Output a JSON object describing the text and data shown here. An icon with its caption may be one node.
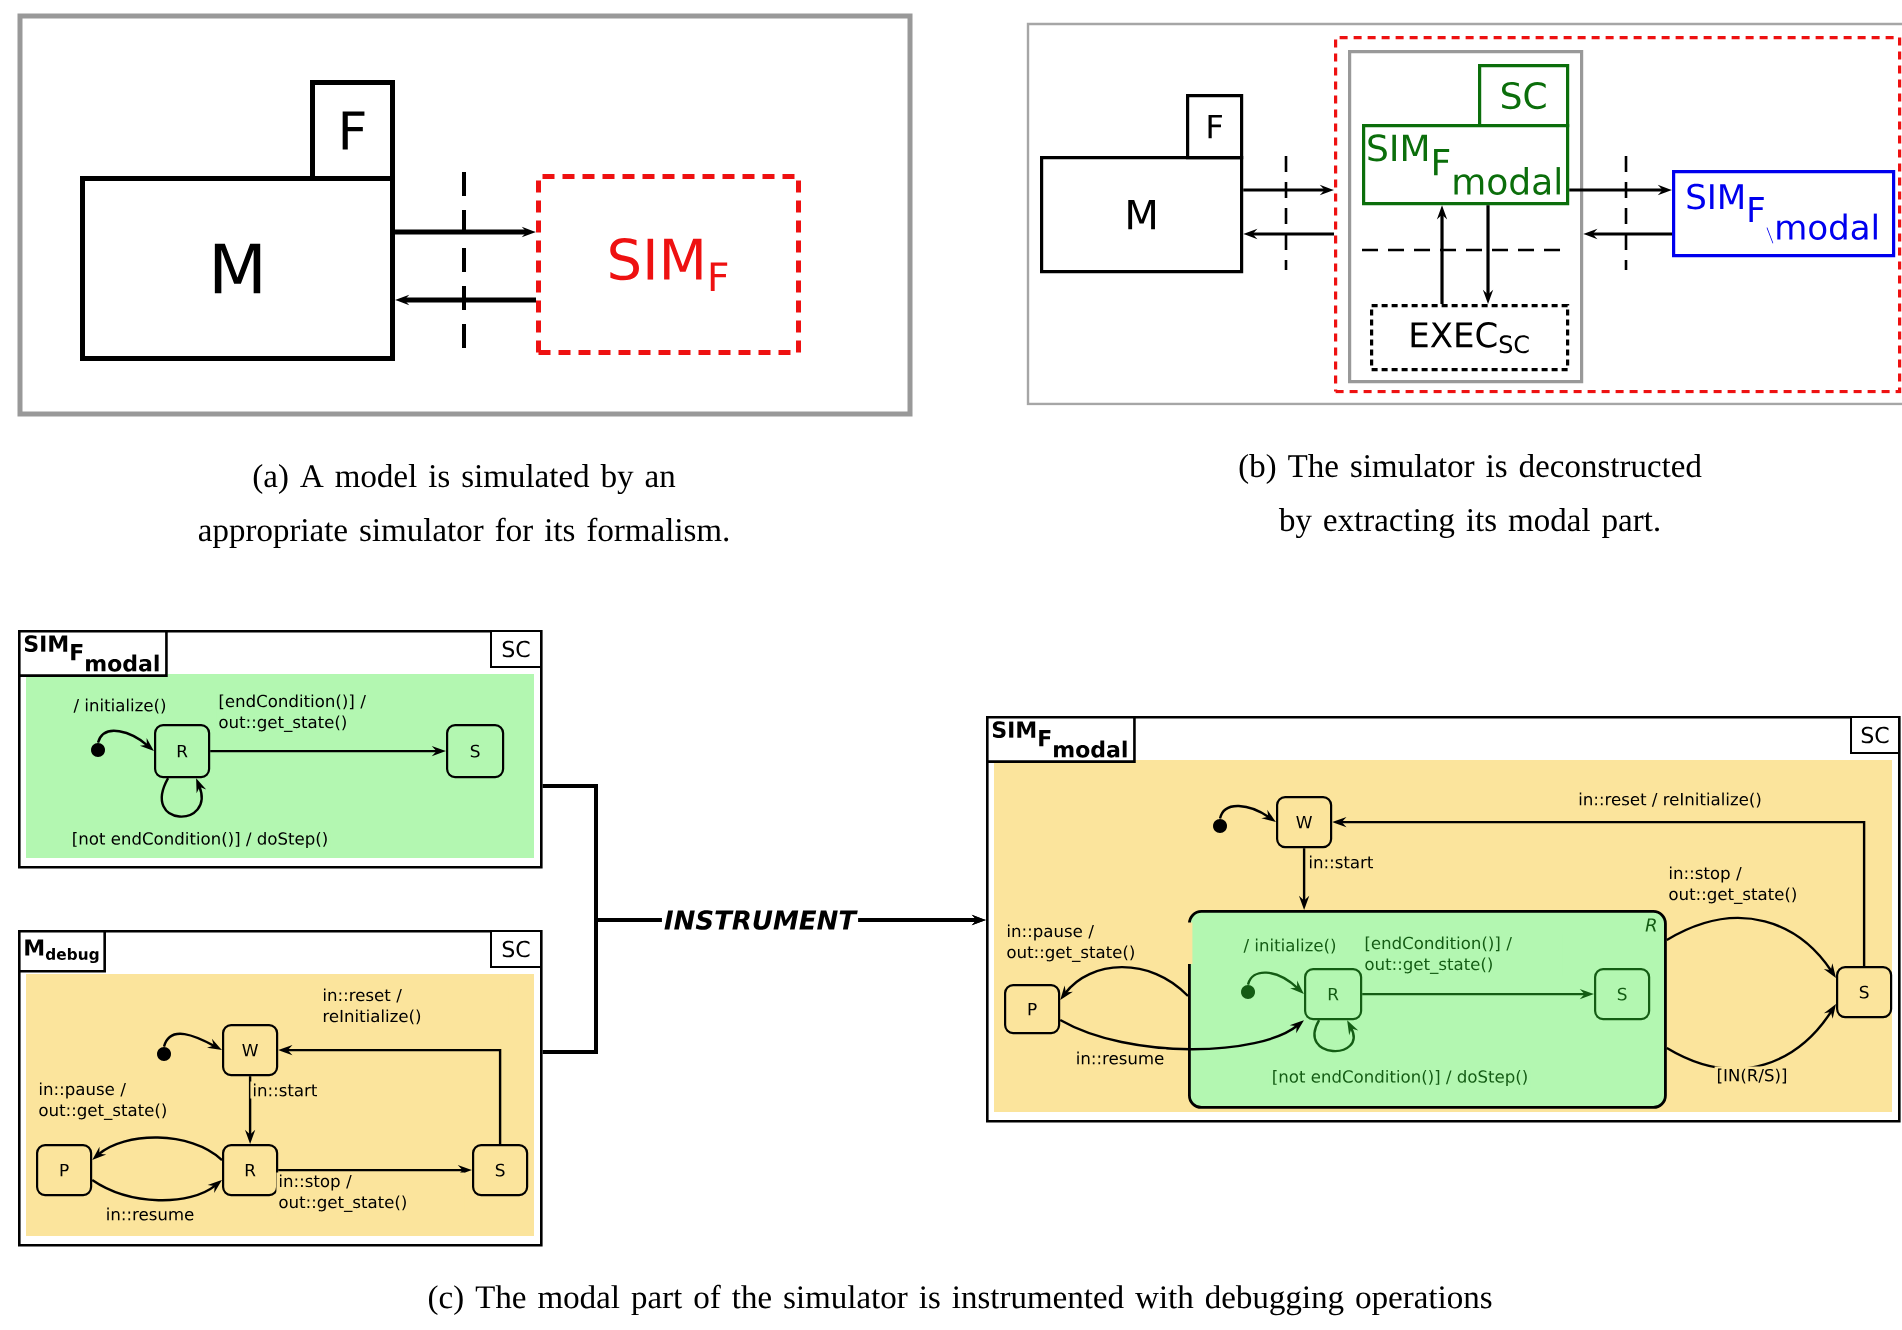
{
  "diagram": {
    "nodes": [
      {
        "text": [
          "M"
        ]
      },
      {
        "text": [
          "F"
        ]
      },
      {
        "text": [
          "SIM$_{F}$"
        ]
      },
      {
        "text": [
          "M"
        ]
      },
      {
        "text": [
          "F"
        ]
      },
      {
        "text": [],
        "shape": "box"
      },
      {
        "text": [],
        "shape": "box",
        "in": 5
      },
      {
        "text": [
          "SC"
        ],
        "in": 6
      },
      {
        "text": [
          "\\textsf{SIM}_{\\textsf{F}_{\\textsf{modal}}}"
        ],
        "in": 6
      },
      {
        "text": [
          "EXEC$_{SC}$"
        ],
        "in": 6
      },
      {
        "text": [
          "\\textsf{SIM}_{\\textsf{F}_{\\backslash\\textsf{modal}}}"
        ],
        "in": 5
      },
      {
        "text": [
          "\\textsf{SIM}_{\\textsf{F}_{\\textsf{modal}}}"
        ]
      },
      {
        "text": [
          "SC"
        ],
        "in": 11
      },
      {
        "text": [],
        "shape": "circle",
        "in": 11
      },
      {
        "text": [
          "R"
        ],
        "in": 11
      },
      {
        "text": [
          "S"
        ],
        "in": 11
      },
      {
        "text": [
          "M$_{debug}$"
        ]
      },
      {
        "text": [
          "SC"
        ],
        "in": 16
      },
      {
        "text": [],
        "shape": "circle",
        "in": 16
      },
      {
        "text": [
          "W"
        ],
        "in": 16
      },
      {
        "text": [
          "P"
        ],
        "in": 16
      },
      {
        "text": [
          "R"
        ],
        "in": 16
      },
      {
        "text": [
          "S"
        ],
        "in": 16
      },
      {
        "text": [
          "\\textsf{SIM}_{\\textsf{F}_{\\textsf{modal}}}"
        ]
      },
      {
        "text": [
          "SC"
        ],
        "in": 23
      },
      {
        "text": [],
        "shape": "circle",
        "in": 23
      },
      {
        "text": [
          "W"
        ],
        "in": 23
      },
      {
        "text": [
          "P"
        ],
        "in": 23
      },
      {
        "text": [
          "R"
        ],
        "in": 23
      },
      {
        "text": [],
        "shape": "circle",
        "in": 28
      },
      {
        "text": [
          "R"
        ],
        "in": 28
      },
      {
        "text": [
          "S"
        ],
        "in": 28
      },
      {
        "text": [
          "S"
        ],
        "in": 23
      }
    ],
    "edges": [
      {
        "from": 0,
        "to": 2,
        "arrow": "to"
      },
      {
        "from": 2,
        "to": 0,
        "arrow": "to"
      },
      {
        "from": 3,
        "to": 5,
        "arrow": "to"
      },
      {
        "from": 5,
        "to": 3,
        "arrow": "to"
      },
      {
        "from": 8,
        "to": 10,
        "arrow": "to"
      },
      {
        "from": 10,
        "to": 6,
        "arrow": "to"
      },
      {
        "from": 9,
        "to": 8,
        "arrow": "to"
      },
      {
        "from": 8,
        "to": 9,
        "arrow": "to"
      },
      {
        "from": 13,
        "to": 14,
        "arrow": "to",
        "label": "/ initialize()"
      },
      {
        "from": 14,
        "to": 15,
        "arrow": "to",
        "label": "[endCondition()] / out::get_state()"
      },
      {
        "from": 14,
        "to": 14,
        "arrow": "to",
        "label": "[not endCondition()] / doStep()"
      },
      {
        "from": 18,
        "to": 19,
        "arrow": "to"
      },
      {
        "from": 19,
        "to": 21,
        "arrow": "to",
        "label": "in::start"
      },
      {
        "from": 21,
        "to": 20,
        "arrow": "to",
        "label": "in::pause / out::get_state()"
      },
      {
        "from": 20,
        "to": 21,
        "arrow": "to",
        "label": "in::resume"
      },
      {
        "from": 21,
        "to": 22,
        "arrow": "to",
        "label": "in::stop / out::get_state()"
      },
      {
        "from": 22,
        "to": 19,
        "arrow": "to",
        "label": "in::reset / reInitialize()"
      },
      {
        "from": 11,
        "to": 23,
        "arrow": "to",
        "label": "INSTRUMENT"
      },
      {
        "from": 16,
        "to": 23,
        "arrow": "to"
      },
      {
        "from": 25,
        "to": 26,
        "arrow": "to"
      },
      {
        "from": 26,
        "to": 28,
        "arrow": "to",
        "label": "in::start"
      },
      {
        "from": 28,
        "to": 27,
        "arrow": "to",
        "label": "in::pause / out::get_state()"
      },
      {
        "from": 27,
        "to": 30,
        "arrow": "to",
        "label": "in::resume"
      },
      {
        "from": 29,
        "to": 30,
        "arrow": "to",
        "label": "/ initialize()",
        "color": "#145c14"
      },
      {
        "from": 30,
        "to": 31,
        "arrow": "to",
        "label": "[endCondition()] / out::get_state()",
        "color": "#145c14"
      },
      {
        "from": 30,
        "to": 30,
        "arrow": "to",
        "label": "[not endCondition()] / doStep()",
        "color": "#145c14"
      },
      {
        "from": 28,
        "to": 32,
        "arrow": "to",
        "label": "in::stop / out::get_state()"
      },
      {
        "from": 28,
        "to": 32,
        "arrow": "to",
        "label": "[IN(R/S)]"
      },
      {
        "from": 32,
        "to": 26,
        "arrow": "to",
        "label": "in::reset / reInitialize()"
      }
    ],
    "labels": [
      "(a) A model is simulated by an appropriate simulator for its formalism.",
      "(b) The simulator is deconstructed by extracting its modal part.",
      "(c) The modal part of the simulator is instrumented with debugging operations"
    ]
  }
}
